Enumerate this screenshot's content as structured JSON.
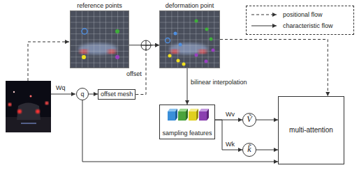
{
  "diagram": {
    "nodes": [
      {
        "text": [
          "reference points"
        ]
      },
      {
        "text": [
          "deformation point"
        ]
      },
      {
        "text": [
          "q"
        ]
      },
      {
        "text": [
          "offset mesh"
        ]
      },
      {
        "text": [
          "sampling features"
        ]
      },
      {
        "text": [
          "Ṽ"
        ]
      },
      {
        "text": [
          "k̃"
        ]
      },
      {
        "text": [
          "multi-attention"
        ]
      }
    ],
    "edges": [
      {
        "from": 2,
        "to": 3,
        "arrow": "to"
      },
      {
        "from": 0,
        "to": 1,
        "arrow": "to"
      },
      {
        "from": 3,
        "to": 1,
        "label": "offset",
        "arrow": "to"
      },
      {
        "from": 1,
        "to": 4,
        "label": "bilinear interpolation",
        "arrow": "to"
      },
      {
        "from": 1,
        "to": 7,
        "arrow": "to"
      },
      {
        "from": 4,
        "to": 5,
        "label": "Wv",
        "arrow": "to"
      },
      {
        "from": 4,
        "to": 6,
        "label": "Wk",
        "arrow": "to"
      },
      {
        "from": 5,
        "to": 7,
        "arrow": "to"
      },
      {
        "from": 6,
        "to": 7,
        "arrow": "to"
      },
      {
        "from": 2,
        "to": 7,
        "arrow": "to"
      }
    ],
    "labels": [
      "Wq"
    ],
    "legend": [
      {
        "text": "positional flow"
      },
      {
        "text": "characteristic flow"
      }
    ]
  }
}
